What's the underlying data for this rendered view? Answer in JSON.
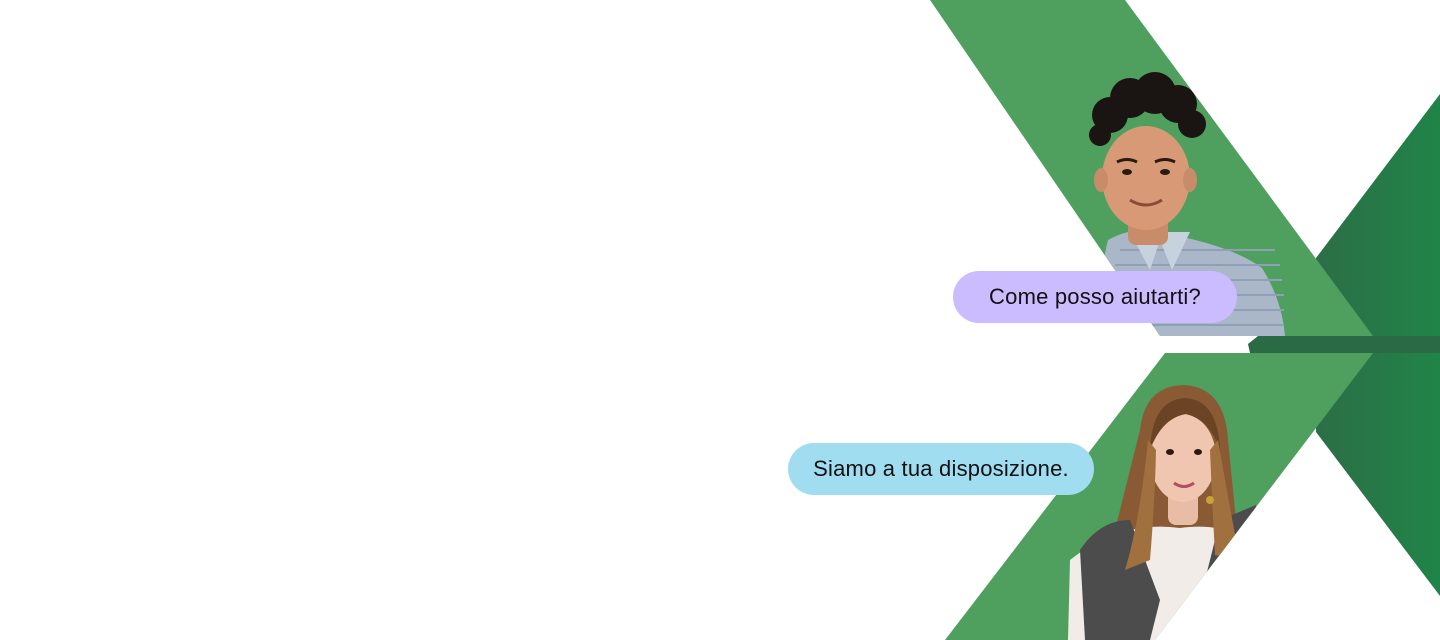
{
  "colors": {
    "background": "#ffffff",
    "green_light": "#4f9f5e",
    "green_dark": "#208448",
    "bubble_purple": "#cbbcff",
    "bubble_blue": "#a0ddf1"
  },
  "bubbles": {
    "top": {
      "text": "Come posso aiutarti?",
      "color": "#cbbcff"
    },
    "bottom": {
      "text": "Siamo a tua disposizione.",
      "color": "#a0ddf1"
    }
  },
  "photos": {
    "top": {
      "subject": "man-portrait"
    },
    "bottom": {
      "subject": "woman-portrait"
    }
  }
}
